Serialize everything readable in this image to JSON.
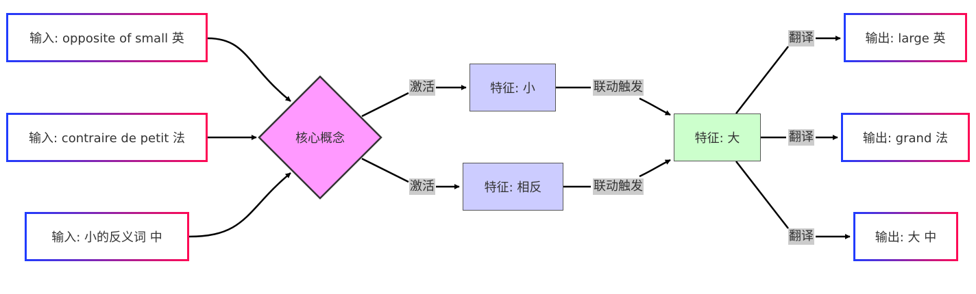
{
  "inputs": {
    "en": "输入: opposite of small 英",
    "fr": "输入: contraire de petit 法",
    "zh": "输入: 小的反义词 中"
  },
  "core": "核心概念",
  "features": {
    "small": "特征: 小",
    "opposite": "特征: 相反",
    "large": "特征: 大"
  },
  "edge_labels": {
    "activate": "激活",
    "trigger": "联动触发",
    "translate": "翻译"
  },
  "outputs": {
    "en": "输出: large 英",
    "fr": "输出: grand 法",
    "zh": "输出: 大 中"
  },
  "colors": {
    "core_fill": "#ff99ff",
    "feature_blue": "#ccccff",
    "feature_green": "#ccffcc",
    "gradient_start": "#1f3cff",
    "gradient_end": "#ff0a54",
    "edge_label_bg": "#cccccc"
  }
}
